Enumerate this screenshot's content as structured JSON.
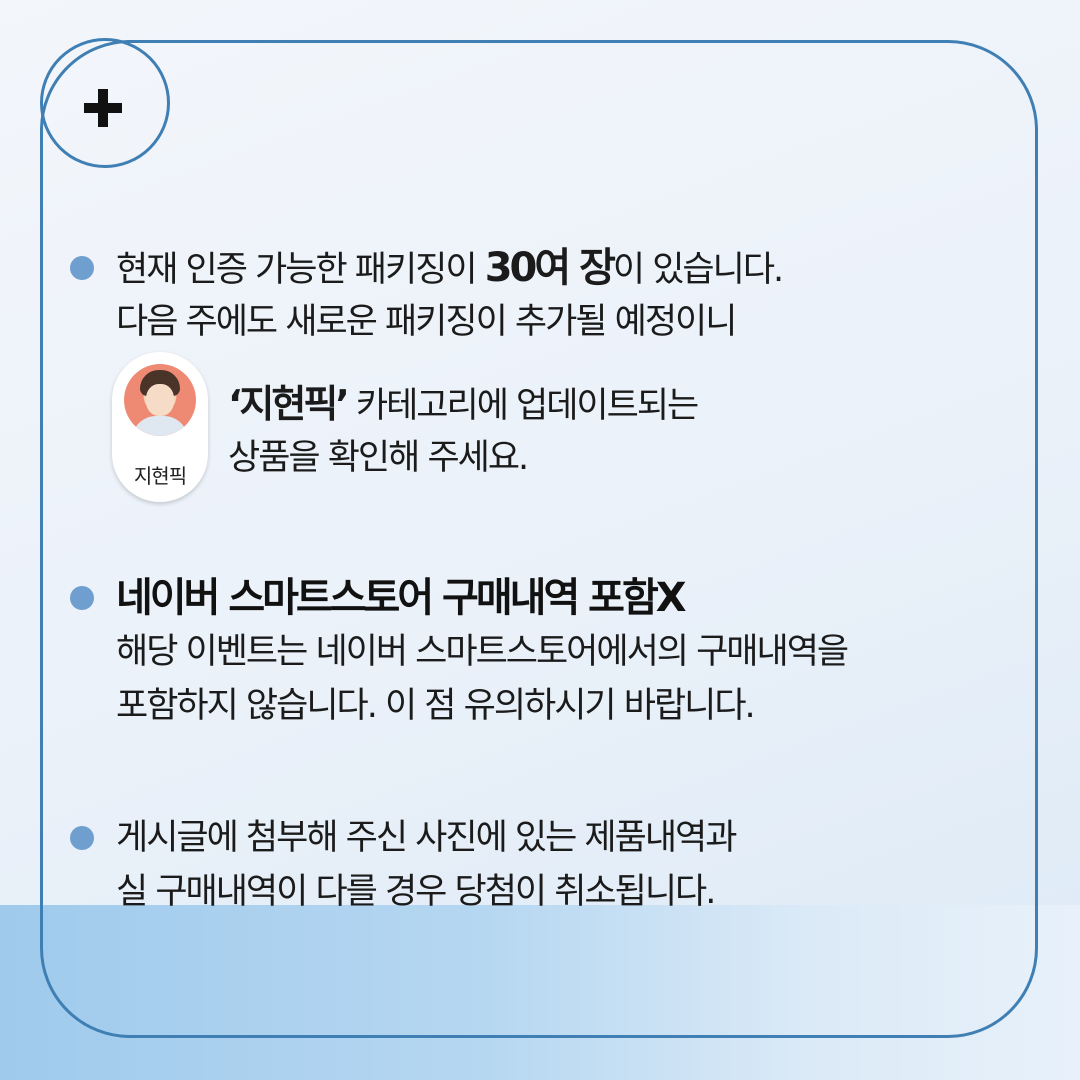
{
  "section1": {
    "line1_a": "현재 인증 가능한 패키징이 ",
    "line1_bold": "30여 장",
    "line1_b": "이 있습니다.",
    "line2": "다음 주에도 새로운 패키징이 추가될 예정이니",
    "badge_label": "지현픽",
    "pick_bold": "‘지현픽’",
    "pick_rest": " 카테고리에 업데이트되는",
    "line4": "상품을 확인해 주세요."
  },
  "section2": {
    "heading": "네이버 스마트스토어 구매내역 포함X",
    "line1": "해당 이벤트는 네이버 스마트스토어에서의 구매내역을",
    "line2": "포함하지 않습니다. 이 점 유의하시기 바랍니다."
  },
  "section3": {
    "line1": "게시글에 첨부해 주신 사진에 있는 제품내역과",
    "line2": "실 구매내역이 다를 경우 당첨이 취소됩니다."
  }
}
